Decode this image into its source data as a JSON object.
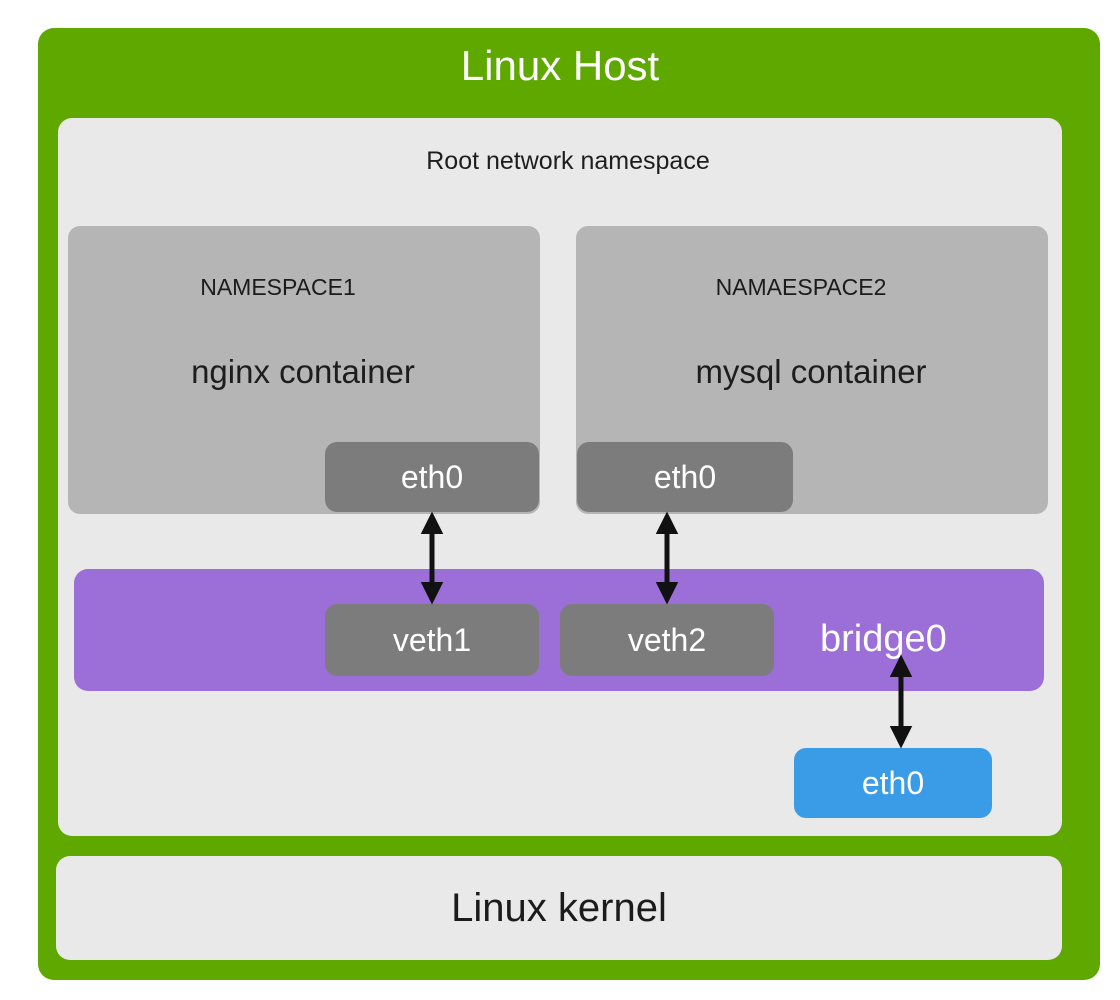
{
  "host": {
    "title": "Linux Host",
    "color": "#5ea800"
  },
  "root_namespace": {
    "label": "Root network namespace"
  },
  "namespaces": [
    {
      "name": "NAMESPACE1",
      "container": "nginx container",
      "interface": "eth0"
    },
    {
      "name": "NAMAESPACE2",
      "container": "mysql container",
      "interface": "eth0"
    }
  ],
  "bridge": {
    "label": "bridge0",
    "color": "#9b6fd7",
    "veths": [
      "veth1",
      "veth2"
    ]
  },
  "host_interface": {
    "label": "eth0",
    "color": "#3a9be6"
  },
  "kernel": {
    "label": "Linux kernel"
  }
}
